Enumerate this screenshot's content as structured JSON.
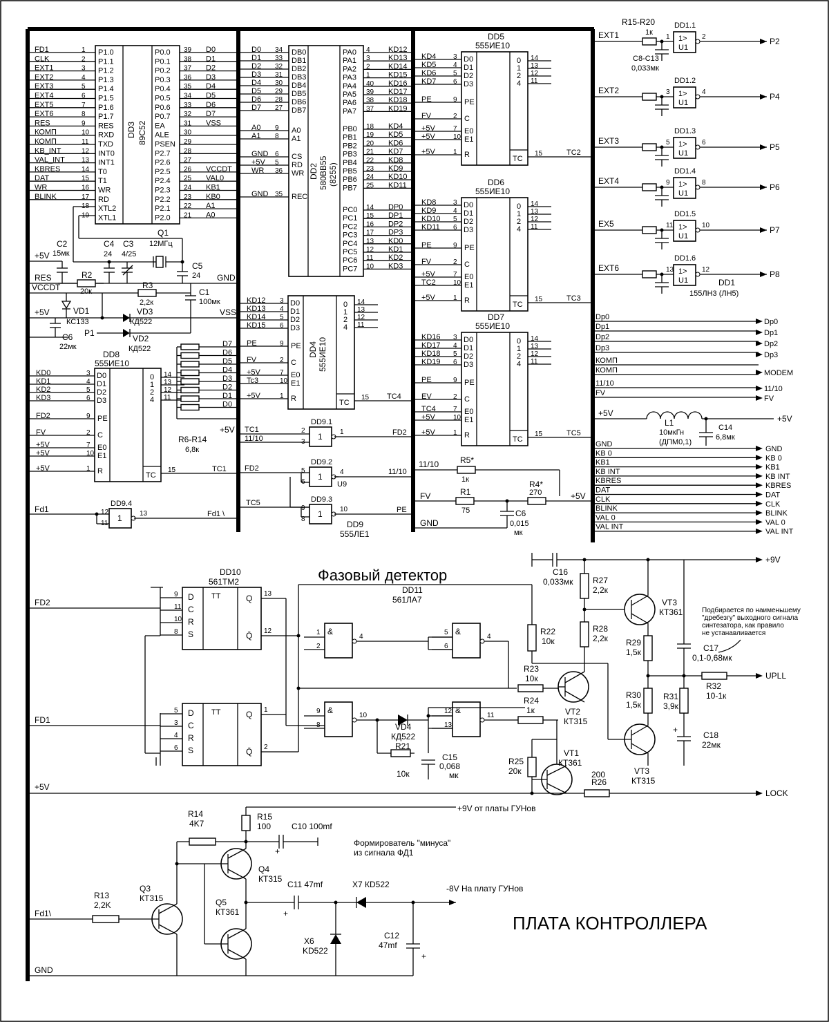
{
  "title": "ПЛАТА КОНТРОЛЛЕРА",
  "phase_detector_title": "Фазовый детектор",
  "dd3": {
    "name": "DD3",
    "type": "89C52",
    "left_pins": [
      "P1.0",
      "P1.1",
      "P1.2",
      "P1.3",
      "P1.4",
      "P1.5",
      "P1.6",
      "P1.7",
      "RES",
      "RXD",
      "TXD",
      "INT0",
      "INT1",
      "T0",
      "T1",
      "WR",
      "RD",
      "XTL2",
      "XTL1"
    ],
    "left_nums": [
      "1",
      "2",
      "3",
      "4",
      "5",
      "6",
      "7",
      "8",
      "9",
      "10",
      "11",
      "12",
      "13",
      "14",
      "15",
      "16",
      "17",
      "18",
      "19"
    ],
    "left_nets": [
      "FD1",
      "CLK",
      "EXT1",
      "EXT2",
      "EXT3",
      "EXT4",
      "EXT5",
      "EXT6",
      "RES",
      "КОМП",
      "КОМП",
      "KB_INT",
      "VAL_INT",
      "KBRES",
      "DAT",
      "WR",
      "BLINK"
    ],
    "right_pins": [
      "P0.0",
      "P0.1",
      "P0.2",
      "P0.3",
      "P0.4",
      "P0.5",
      "P0.6",
      "P0.7",
      "EA",
      "ALE",
      "PSEN",
      "P2.7",
      "P2.6",
      "P2.5",
      "P2.4",
      "P2.3",
      "P2.2",
      "P2.1",
      "P2.0"
    ],
    "right_nums": [
      "39",
      "38",
      "37",
      "36",
      "35",
      "34",
      "33",
      "32",
      "31",
      "30",
      "29",
      "28",
      "27",
      "26",
      "25",
      "24",
      "23",
      "22",
      "21"
    ],
    "right_nets": [
      "D0",
      "D1",
      "D2",
      "D3",
      "D4",
      "D5",
      "D6",
      "D7",
      "VSS",
      "",
      "",
      "",
      "",
      "VCCDT",
      "VAL0",
      "KB1",
      "KB0",
      "A1",
      "A0"
    ]
  },
  "dd2": {
    "name": "DD2",
    "type": "580ВВ55",
    "type2": "(8255)",
    "left_pins": [
      "DB0",
      "DB1",
      "DB2",
      "DB3",
      "DB4",
      "DB5",
      "DB6",
      "DB7",
      "A0",
      "A1",
      "CS",
      "RD",
      "WR",
      "REC"
    ],
    "left_nums": [
      "34",
      "33",
      "32",
      "31",
      "30",
      "29",
      "28",
      "27",
      "9",
      "8",
      "6",
      "5",
      "36",
      "35"
    ],
    "left_nets": [
      "D0",
      "D1",
      "D2",
      "D3",
      "D4",
      "D5",
      "D6",
      "D7",
      "A0",
      "A1",
      "GND",
      "+5V",
      "WR",
      "GND"
    ],
    "pa_pins": [
      "PA0",
      "PA1",
      "PA2",
      "PA3",
      "PA4",
      "PA5",
      "PA6",
      "PA7"
    ],
    "pa_nums": [
      "4",
      "3",
      "2",
      "1",
      "40",
      "39",
      "38",
      "37"
    ],
    "pa_nets": [
      "KD12",
      "KD13",
      "KD14",
      "KD15",
      "KD16",
      "KD17",
      "KD18",
      "KD19"
    ],
    "pb_pins": [
      "PB0",
      "PB1",
      "PB2",
      "PB3",
      "PB4",
      "PB5",
      "PB6",
      "PB7"
    ],
    "pb_nums": [
      "18",
      "19",
      "20",
      "21",
      "22",
      "23",
      "24",
      "25"
    ],
    "pb_nets": [
      "KD4",
      "KD5",
      "KD6",
      "KD7",
      "KD8",
      "KD9",
      "KD10",
      "KD11"
    ],
    "pc_pins": [
      "PC0",
      "PC1",
      "PC2",
      "PC3",
      "PC4",
      "PC5",
      "PC6",
      "PC7"
    ],
    "pc_nums": [
      "14",
      "15",
      "16",
      "17",
      "13",
      "12",
      "11",
      "10"
    ],
    "pc_nets": [
      "DP0",
      "DP1",
      "DP2",
      "DP3",
      "KD0",
      "KD1",
      "KD2",
      "KD3"
    ]
  },
  "counters": [
    {
      "name": "DD5",
      "type": "555ИЕ10",
      "in": [
        "KD4",
        "KD5",
        "KD6",
        "KD7"
      ],
      "pe": "PE",
      "c": "FV",
      "e0": "+5V",
      "e1": "+5V",
      "r": "+5V",
      "tc": "TC2"
    },
    {
      "name": "DD6",
      "type": "555ИЕ10",
      "in": [
        "KD8",
        "KD9",
        "KD10",
        "KD11"
      ],
      "pe": "PE",
      "c": "FV",
      "e0": "+5V",
      "e1": "TC2",
      "r": "+5V",
      "tc": "TC3"
    },
    {
      "name": "DD7",
      "type": "555ИЕ10",
      "in": [
        "KD16",
        "KD17",
        "KD18",
        "KD19"
      ],
      "pe": "PE",
      "c": "EV",
      "e0": "TC4",
      "e1": "+5V",
      "r": "+5V",
      "tc": "TC5"
    },
    {
      "name": "DD4",
      "type": "555ИЕ10",
      "in": [
        "KD12",
        "KD13",
        "KD14",
        "KD15"
      ],
      "pe": "PE",
      "c": "FV",
      "e0": "+5V",
      "e1": "Tc3",
      "r": "+5V",
      "tc": "TC4"
    },
    {
      "name": "DD8",
      "type": "555ИЕ10",
      "in": [
        "KD0",
        "KD1",
        "KD2",
        "KD3"
      ],
      "pe": "FD2",
      "c": "FV",
      "e0": "+5V",
      "e1": "+5V",
      "r": "+5V",
      "tc": "TC1"
    }
  ],
  "counter_pins": {
    "in": [
      "D0",
      "D1",
      "D2",
      "D3"
    ],
    "in_nums": [
      "3",
      "4",
      "5",
      "6"
    ],
    "ctl": [
      "PE",
      "C",
      "E0",
      "E1",
      "R"
    ],
    "ctl_nums": [
      "9",
      "2",
      "7",
      "10",
      "1"
    ],
    "out": [
      "0",
      "1",
      "2",
      "4"
    ],
    "out_nums": [
      "14",
      "13",
      "12",
      "11"
    ],
    "tc": "TC",
    "tc_num": "15"
  },
  "dd1": {
    "label": "R15-R20",
    "rval": "1к",
    "cap": "C8-C13",
    "cval": "0,033мк",
    "part": "DD1",
    "type": "155ЛН3 (ЛН5)",
    "gate_sym": "1>",
    "gate_u": "U1",
    "gates": [
      {
        "name": "DD1.1",
        "in": "EXT1",
        "a": "1",
        "b": "2",
        "out": "P2"
      },
      {
        "name": "DD1.2",
        "in": "EXT2",
        "a": "3",
        "b": "4",
        "out": "P4"
      },
      {
        "name": "DD1.3",
        "in": "EXT3",
        "a": "5",
        "b": "6",
        "out": "P5"
      },
      {
        "name": "DD1.4",
        "in": "EXT4",
        "a": "9",
        "b": "8",
        "out": "P6"
      },
      {
        "name": "DD1.5",
        "in": "EX5",
        "a": "11",
        "b": "10",
        "out": "P7"
      },
      {
        "name": "DD1.6",
        "in": "EXT6",
        "a": "13",
        "b": "12",
        "out": "P8"
      }
    ]
  },
  "right_bus_left": [
    "Dp0",
    "Dp1",
    "Dp2",
    "Dp3",
    "КОМП",
    "КОМП",
    "11/10",
    "FV"
  ],
  "right_bus_right": [
    "Dp0",
    "Dp1",
    "Dp2",
    "Dp3",
    "MODEM",
    "11/10",
    "FV"
  ],
  "right_bus2_left": [
    "GND",
    "KB 0",
    "KB1",
    "KB INT",
    "KBRES",
    "DAT",
    "CLK",
    "BLINK",
    "VAL 0",
    "VAL INT"
  ],
  "right_bus2_right": [
    "GND",
    "KB 0",
    "KB1",
    "KB INT",
    "KBRES",
    "DAT",
    "CLK",
    "BLINK",
    "VAL 0",
    "VAL INT"
  ],
  "l1": {
    "name": "L1",
    "value": "10мкГн",
    "note": "(ДПМ0,1)",
    "left": "+5V",
    "right": "+5V",
    "cap": "C14",
    "cval": "6,8мк"
  },
  "dd9": {
    "type": "555ЛЕ1",
    "name": "DD9",
    "u": "U9",
    "g1": {
      "name": "DD9.1",
      "a": "TC1",
      "b": "11/10",
      "out": "FD2",
      "pa": "2",
      "pb": "3",
      "po": "1"
    },
    "g2": {
      "name": "DD9.2",
      "a": "FD2",
      "pa": "5",
      "pb": "6",
      "po": "4",
      "out": "11/10"
    },
    "g3": {
      "name": "DD9.3",
      "a": "TC5",
      "pa": "9",
      "pb": "8",
      "po": "10",
      "out": "PE"
    },
    "g4": {
      "name": "DD9.4",
      "a": "Fd1",
      "pa": "12",
      "pb": "11",
      "po": "13",
      "out": "Fd1 \\"
    }
  },
  "mid_r": {
    "r5": "R5*",
    "r5v": "1к",
    "r1": "R1",
    "r1v": "75",
    "r4": "R4*",
    "r4v": "270",
    "c6": "C6",
    "c6v": "0,015",
    "c6u": "мк",
    "n1110": "11/10",
    "nfv": "FV",
    "ngnd": "GND",
    "n5v": "+5V"
  },
  "clock": {
    "c2": "C2",
    "c2v": "15мк",
    "c4": "C4",
    "c4v": "24",
    "c3": "C3",
    "c3v": "4/25",
    "q1": "Q1",
    "q1v": "12МГц",
    "c5": "C5",
    "c5v": "24",
    "r2": "R2",
    "r2v": "20к",
    "r3": "R3",
    "r3v": "2,2к",
    "c1": "C1",
    "c1v": "100мк",
    "vd1": "VD1",
    "vd1v": "КС133",
    "vd3": "VD3",
    "vd3v": "КД522",
    "vd2": "VD2",
    "vd2v": "КД522",
    "c6": "C6",
    "c6v": "22мк",
    "n5v": "+5V",
    "nres": "RES",
    "nvcc": "VCCDT",
    "ngnd": "GND",
    "nvss": "VSS",
    "np1": "P1"
  },
  "rpack": {
    "label": "R6-R14",
    "value": "6,8к",
    "nets": [
      "D7",
      "D6",
      "D5",
      "D4",
      "D3",
      "D2",
      "D1",
      "D0"
    ],
    "top": "+5V"
  },
  "dd10": {
    "name": "DD10",
    "type": "561ТМ2",
    "tt": "TT",
    "pins": [
      "D",
      "C",
      "R",
      "S"
    ],
    "q": "Q",
    "qn": "Q̄",
    "top_nums": [
      "9",
      "11",
      "10",
      "8"
    ],
    "top_q": "13",
    "top_qn": "12",
    "bot_nums": [
      "5",
      "3",
      "4",
      "6"
    ],
    "bot_q": "1",
    "bot_qn": "2"
  },
  "dd11": {
    "name": "DD11",
    "type": "561ЛА7",
    "amp": "&",
    "g1": [
      "1",
      "2",
      "4"
    ],
    "g2": [
      "5",
      "6",
      "4"
    ],
    "g3": [
      "9",
      "8",
      "10"
    ],
    "g4": [
      "12",
      "13",
      "11"
    ]
  },
  "pd_parts": {
    "vd4": "VD4",
    "vd4v": "КД522",
    "r21": "R21",
    "r21v": "10к",
    "c15": "C15",
    "c15v": "0,068",
    "c15u": "мк",
    "r22": "R22",
    "r22v": "10к",
    "r23": "R23",
    "r23v": "10к",
    "r24": "R24",
    "r24v": "1к",
    "r25": "R25",
    "r25v": "20к",
    "r26": "R26",
    "r26v": "200",
    "vt1": "VT1",
    "vt1v": "КТ361",
    "vt2": "VT2",
    "vt2v": "КТ315",
    "c16": "C16",
    "c16v": "0,033мк",
    "r27": "R27",
    "r27v": "2,2к",
    "r28": "R28",
    "r28v": "2,2к",
    "vt3a": "VT3",
    "vt3av": "КТ361",
    "vt3b": "VT3",
    "vt3bv": "КТ315",
    "r29": "R29",
    "r29v": "1,5к",
    "r30": "R30",
    "r30v": "1,5к",
    "r31": "R31",
    "r31v": "3,9к",
    "c17": "C17",
    "c17v": "0,1-0,68мк",
    "r32": "R32",
    "r32v": "10-1к",
    "c18": "C18",
    "c18v": "22мк",
    "note": [
      "Подбирается по наименьшему",
      "\"дребезгу\" выходного сигнала",
      "синтезатора, как правило",
      "не устанавливается"
    ],
    "n9v": "+9V",
    "nupll": "UPLL",
    "nlock": "LOCK",
    "n5v": "+5V",
    "nfd2": "FD2",
    "nfd1": "FD1"
  },
  "neg": {
    "r14": "R14",
    "r14v": "4K7",
    "r15": "R15",
    "r15v": "100",
    "c10": "C10 100mf",
    "q4": "Q4",
    "q4v": "КТ315",
    "q5": "Q5",
    "q5v": "КТ361",
    "q3": "Q3",
    "q3v": "КТ315",
    "r13": "R13",
    "r13v": "2,2K",
    "c11": "C11   47mf",
    "x7": "X7 КD522",
    "x6": "X6",
    "x6v": "KD522",
    "c12": "C12",
    "c12v": "47mf",
    "n9v": "+9V  от платы ГУНов",
    "note1": "Формирователь \"минуса\"",
    "note2": "из сигнала ФД1",
    "n8v": "-8V   На плату ГУНов",
    "nfd1": "Fd1\\",
    "ngnd": "GND"
  }
}
